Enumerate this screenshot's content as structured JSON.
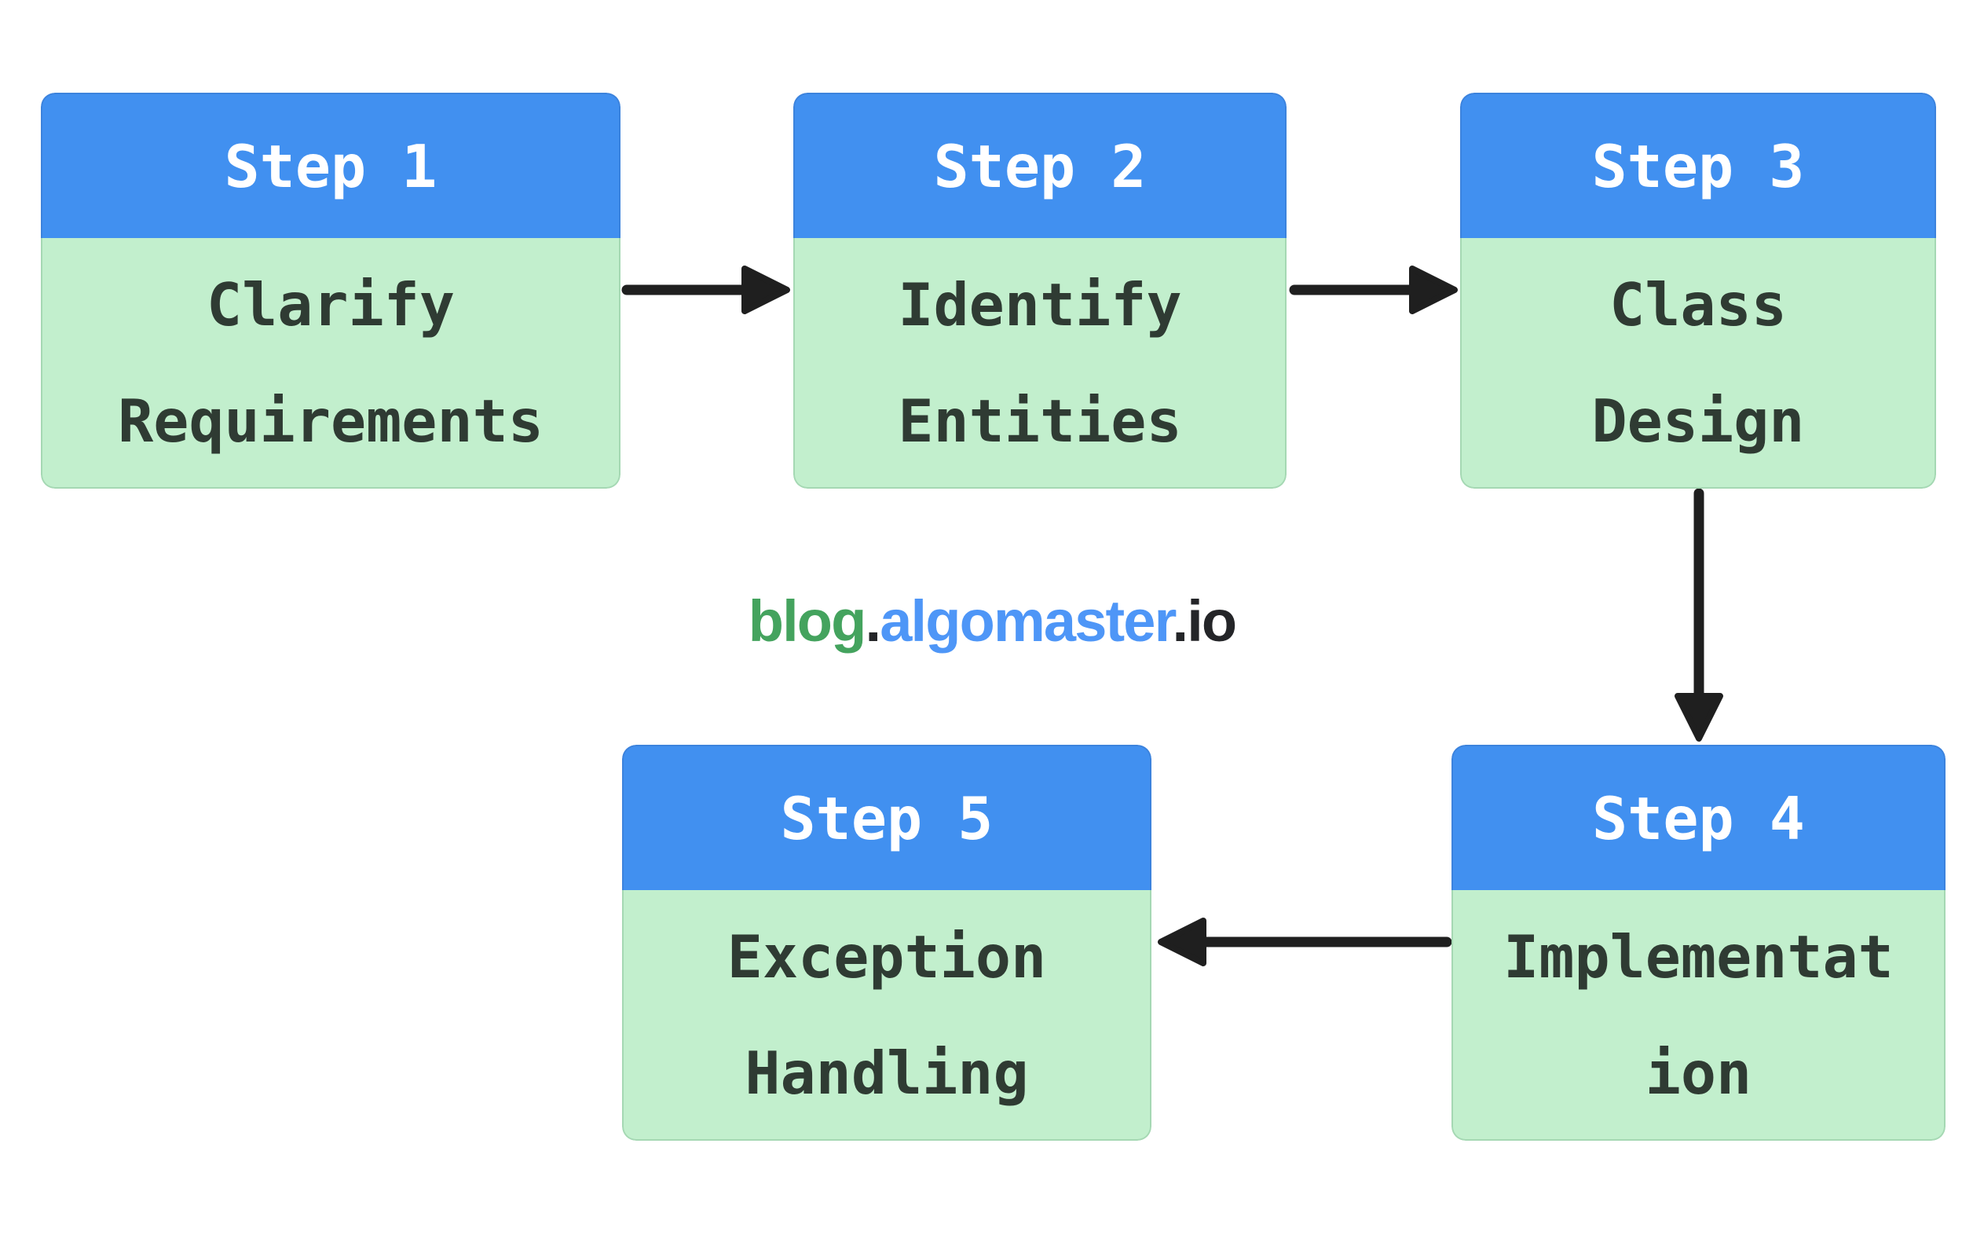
{
  "diagram": {
    "title_hint": "5-step flow diagram",
    "steps": [
      {
        "id": 1,
        "header": "Step 1",
        "body_lines": [
          "Clarify",
          "Requirements"
        ],
        "body_text": "Clarify Requirements"
      },
      {
        "id": 2,
        "header": "Step 2",
        "body_lines": [
          "Identify",
          "Entities"
        ],
        "body_text": "Identify Entities"
      },
      {
        "id": 3,
        "header": "Step 3",
        "body_lines": [
          "Class",
          "Design"
        ],
        "body_text": "Class Design"
      },
      {
        "id": 4,
        "header": "Step 4",
        "body_lines": [
          "Implementat",
          "ion"
        ],
        "body_text": "Implementation"
      },
      {
        "id": 5,
        "header": "Step 5",
        "body_lines": [
          "Exception",
          "Handling"
        ],
        "body_text": "Exception Handling"
      }
    ],
    "arrows": [
      {
        "from": "Step 1",
        "to": "Step 2",
        "direction": "right"
      },
      {
        "from": "Step 2",
        "to": "Step 3",
        "direction": "right"
      },
      {
        "from": "Step 3",
        "to": "Step 4",
        "direction": "down"
      },
      {
        "from": "Step 4",
        "to": "Step 5",
        "direction": "left"
      }
    ]
  },
  "watermark": {
    "parts": [
      {
        "text": "blog",
        "color": "#44a35e"
      },
      {
        "text": ".",
        "color": "#242528"
      },
      {
        "text": "algomaster",
        "color": "#4e96f7"
      },
      {
        "text": ".io",
        "color": "#242528"
      }
    ],
    "full_text": "blog.algomaster.io"
  },
  "colors": {
    "node_header_blue": "#4190f0",
    "node_body_green": "#c2efcd",
    "node_text_dark": "#2f3b33",
    "header_text": "#ffffff",
    "arrow_black": "#1f1f1f",
    "background": "#ffffff"
  }
}
